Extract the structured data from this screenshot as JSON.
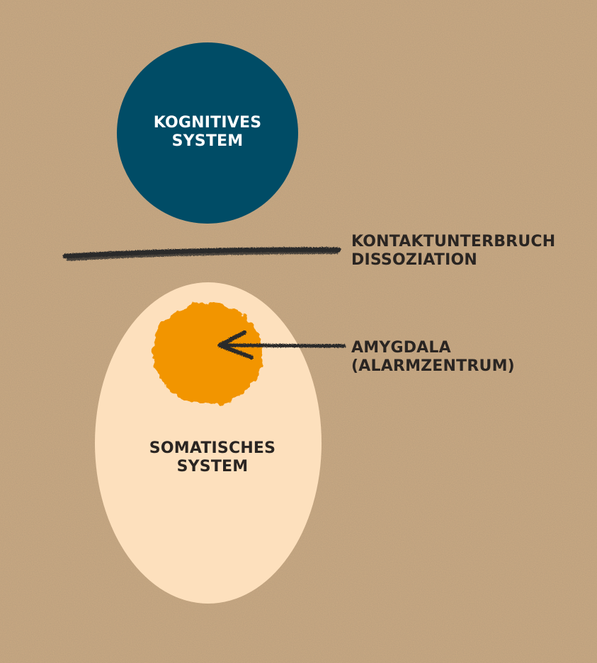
{
  "cognitive_system": {
    "line1": "KOGNITIVES",
    "line2": "SYSTEM",
    "color": "#004c66"
  },
  "dissociation": {
    "line1": "KONTAKTUNTERBRUCH",
    "line2": "DISSOZIATION",
    "stroke_color": "#2b2b2b"
  },
  "amygdala": {
    "line1": "AMYGDALA",
    "line2": "(ALARMZENTRUM)",
    "color": "#f29500"
  },
  "somatic_system": {
    "line1": "SOMATISCHES",
    "line2": "SYSTEM",
    "color": "#fde0bd"
  },
  "background": {
    "color": "#c8a882"
  },
  "text_color": "#2a2522"
}
